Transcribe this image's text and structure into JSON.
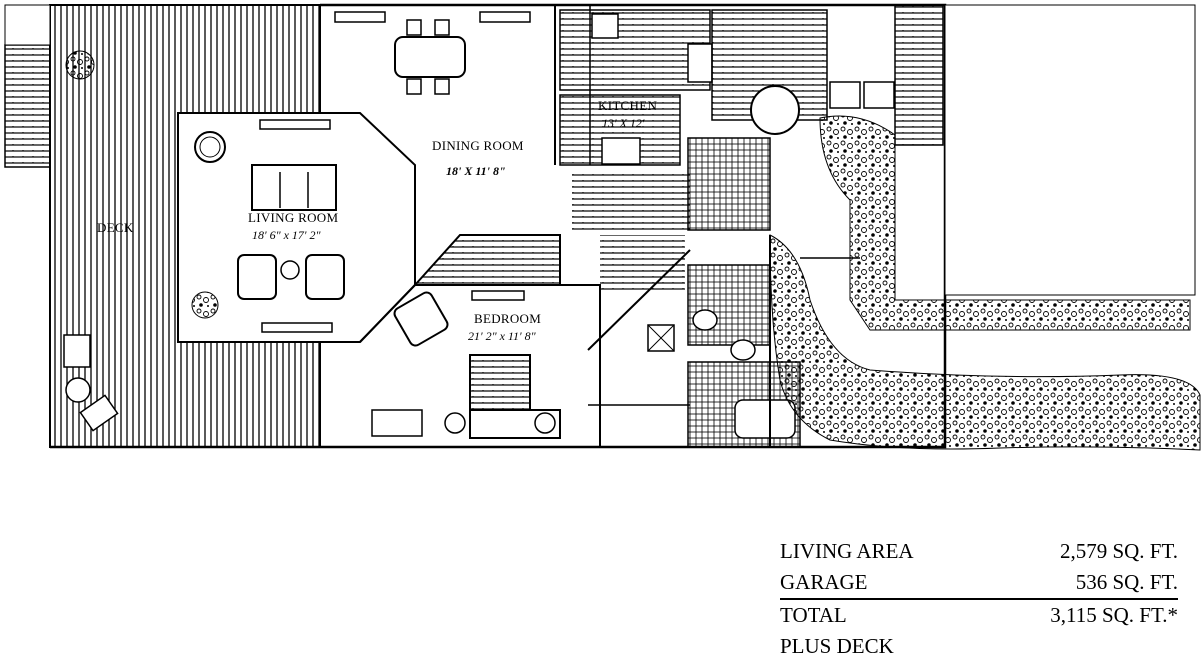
{
  "rooms": {
    "deck": {
      "label": "DECK"
    },
    "living_room": {
      "label": "LIVING ROOM",
      "dimensions": "18' 6\" x 17' 2\""
    },
    "dining_room": {
      "label": "DINING ROOM",
      "dimensions": "18' X 11' 8\""
    },
    "kitchen": {
      "label": "KITCHEN",
      "dimensions": "13' X 12'"
    },
    "bedroom": {
      "label": "BEDROOM",
      "dimensions": "21' 2\" x 11' 8\""
    }
  },
  "area_summary": {
    "living_area": {
      "label": "LIVING AREA",
      "value": "2,579 SQ. FT."
    },
    "garage": {
      "label": "GARAGE",
      "value": "536 SQ. FT."
    },
    "total": {
      "label": "TOTAL",
      "value": "3,115 SQ. FT.*"
    },
    "plus_deck": {
      "label": "PLUS DECK"
    }
  }
}
